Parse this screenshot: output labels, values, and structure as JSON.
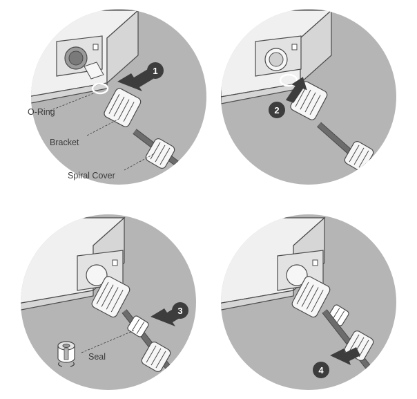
{
  "colors": {
    "circle": "#b5b5b5",
    "device_face": "#f0f0f0",
    "device_side": "#d6d6d6",
    "outline": "#4a4a4a",
    "cable": "#6c6c6c",
    "badge": "#3d3d3d",
    "arrow": "#3d3d3d"
  },
  "panels": [
    {
      "step": "1",
      "icon": "push-arrow-icon"
    },
    {
      "step": "2",
      "icon": "push-arrow-icon"
    },
    {
      "step": "3",
      "icon": "push-arrow-icon"
    },
    {
      "step": "4",
      "icon": "push-arrow-icon"
    }
  ],
  "labels": {
    "o_ring": "O-Ring",
    "bracket": "Bracket",
    "spiral_cover": "Spiral Cover",
    "seal": "Seal"
  }
}
